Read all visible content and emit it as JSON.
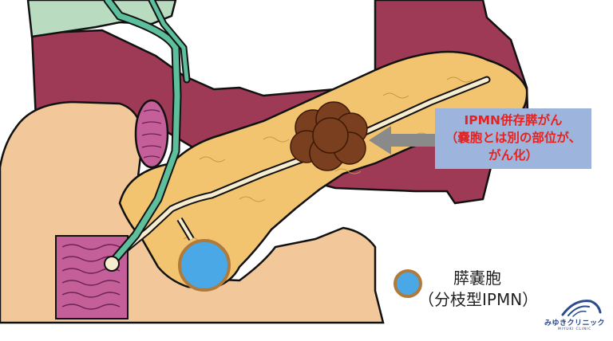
{
  "callout": {
    "line1": "IPMN併存膵がん",
    "line2": "（嚢胞とは別の部位が、",
    "line3": "がん化）"
  },
  "legend": {
    "line1": "膵嚢胞",
    "line2": "（分枝型IPMN）"
  },
  "logo": {
    "name": "みゆきクリニック",
    "sub": "MIYUKI CLINIC"
  },
  "colors": {
    "pancreas": "#f2c46f",
    "duodenum": "#f2c79a",
    "liver": "#9e3a55",
    "duct": "#5dbf9c",
    "tumor": "#7a3f1e",
    "cyst": "#4aa8e6",
    "cyst_rim": "#b07a3a",
    "callout_bg": "#9db5dc",
    "callout_text": "#e8211f"
  }
}
